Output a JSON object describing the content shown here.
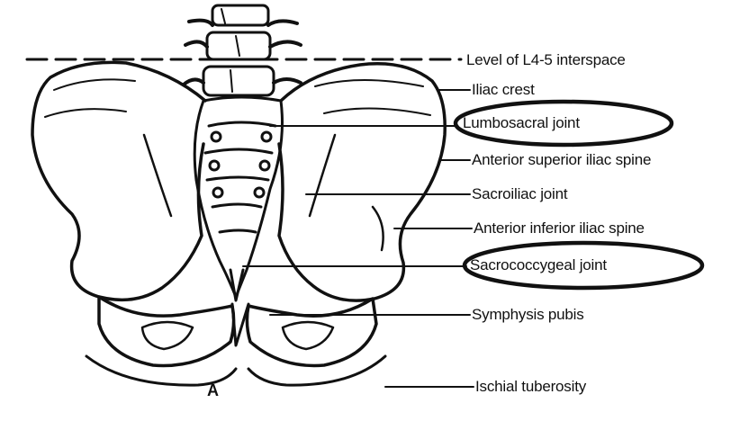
{
  "labels": [
    "Level of L4-5 interspace",
    "Iliac crest",
    "Lumbosacral joint",
    "Anterior superior iliac spine",
    "Sacroiliac joint",
    "Anterior inferior iliac spine",
    "Sacrococcygeal joint",
    "Symphysis pubis",
    "Ischial tuberosity"
  ],
  "panel_letter": "A",
  "highlighted": [
    "Lumbosacral joint",
    "Sacrococcygeal joint"
  ],
  "colors": {
    "ink": "#111111",
    "background": "#ffffff"
  }
}
